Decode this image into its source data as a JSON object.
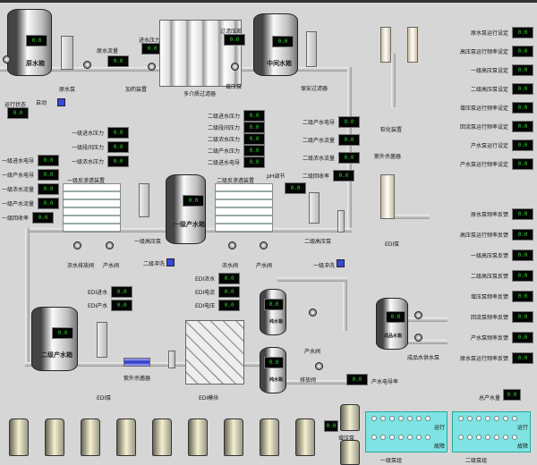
{
  "tanks": {
    "raw": {
      "label": "原水箱",
      "value": "0.0"
    },
    "middle": {
      "label": "中间水箱",
      "value": "0.0"
    },
    "ro1_product": {
      "label": "一级产水箱",
      "value": "0.0"
    },
    "ro2_product": {
      "label": "二级产水箱",
      "value": "0.0"
    },
    "edi_a": {
      "label": "纯水箱",
      "value": "0.0"
    },
    "edi_b": {
      "label": "纯水箱",
      "value": "0.0"
    },
    "final": {
      "label": "成品水箱",
      "value": "0.0"
    }
  },
  "top": {
    "raw_pump": "原水泵",
    "flow_label": "原水流量",
    "flow_value": "0.0",
    "pressure_label": "进水压力",
    "pressure_value": "0.0",
    "filter_label": "多介质过滤器",
    "filter_value_label": "过滤压差",
    "filter_value": "0.0",
    "boost_pump": "增压泵",
    "dosing": "加药装置",
    "status_label": "运行状态",
    "status_value": "0.0",
    "mode_label": "自动",
    "softener_label": "软化装置",
    "ro_top_label": "保安过滤器"
  },
  "right_panel_1": [
    {
      "label": "原水泵运行设定",
      "value": "0.0"
    },
    {
      "label": "高压泵运行频率设定",
      "value": "0.0"
    },
    {
      "label": "一级高压泵设定",
      "value": "0.0"
    },
    {
      "label": "二级高压泵设定",
      "value": "0.0"
    },
    {
      "label": "增压泵运行频率设定",
      "value": "0.0"
    },
    {
      "label": "回流泵运行频率设定",
      "value": "0.0"
    },
    {
      "label": "产水泵运行设定",
      "value": "0.0"
    },
    {
      "label": "产水泵运行频率设定",
      "value": "0.0"
    }
  ],
  "right_panel_2": [
    {
      "label": "原水泵频率反馈",
      "value": "0.0"
    },
    {
      "label": "高压泵运行频率反馈",
      "value": "0.0"
    },
    {
      "label": "一级高压泵反馈",
      "value": "0.0"
    },
    {
      "label": "二级高压泵反馈",
      "value": "0.0"
    },
    {
      "label": "增压泵频率反馈",
      "value": "0.0"
    },
    {
      "label": "回流泵频率反馈",
      "value": "0.0"
    },
    {
      "label": "产水泵频率反馈",
      "value": "0.0"
    },
    {
      "label": "原水泵运行频率反馈",
      "value": "0.0"
    }
  ],
  "left_column": [
    {
      "label": "一级进水电导",
      "value": "0.0"
    },
    {
      "label": "一级产水电导",
      "value": "0.0"
    },
    {
      "label": "一级浓水流量",
      "value": "0.0"
    },
    {
      "label": "一级产水流量",
      "value": "0.0"
    },
    {
      "label": "一级回收率",
      "value": "0.0"
    }
  ],
  "ro1_column": [
    {
      "label": "一级进水压力",
      "value": "0.0"
    },
    {
      "label": "一级段间压力",
      "value": "0.0"
    },
    {
      "label": "一级浓水压力",
      "value": "0.0"
    }
  ],
  "ro1": {
    "title": "一级反渗透装置",
    "pump": "一级高压泵",
    "conc": "浓水排放阀",
    "prod": "产水阀",
    "btn_label": "二级冲洗"
  },
  "mid_column": [
    {
      "label": "二级进水压力",
      "value": "0.0"
    },
    {
      "label": "二级段间压力",
      "value": "0.0"
    },
    {
      "label": "二级浓水压力",
      "value": "0.0"
    },
    {
      "label": "二级产水压力",
      "value": "0.0"
    },
    {
      "label": "二级进水电导",
      "value": "0.0"
    }
  ],
  "mid_column_2": [
    {
      "label": "二级产水电导",
      "value": "0.0"
    },
    {
      "label": "二级产水流量",
      "value": "0.0"
    },
    {
      "label": "二级浓水流量",
      "value": "0.0"
    },
    {
      "label": "二级回收率",
      "value": "0.0"
    }
  ],
  "ro2": {
    "title": "二级反渗透装置",
    "pump": "二级高压泵",
    "tag": "pH调节",
    "tag_value": "0.0",
    "btn_label": "一级冲洗",
    "conc": "浓水阀",
    "prod": "产水阀"
  },
  "edi": {
    "column": [
      {
        "label": "EDI进水",
        "value": "0.0"
      },
      {
        "label": "EDI产水",
        "value": "0.0"
      },
      {
        "label": "EDI浓水",
        "value": "0.0"
      },
      {
        "label": "EDI电流",
        "value": "0.0"
      },
      {
        "label": "EDI电压",
        "value": "0.0"
      }
    ],
    "uv": "紫外杀菌器",
    "pump": "EDI泵",
    "module": "EDI模块",
    "valve1": "产水阀",
    "valve2": "排放阀",
    "water_label": "成品水供水泵",
    "conductivity_label": "产水电导率",
    "conductivity_value": "0.0",
    "total_label": "总产水量",
    "total_value": "0.0"
  },
  "bottom_panels": [
    {
      "row1": "运行",
      "row2": "故障",
      "caption": "一级泵组"
    },
    {
      "row1": "运行",
      "row2": "故障",
      "caption": "二级泵组"
    }
  ],
  "bottom_left_value": "0.0",
  "bottom_left_label": "增压泵"
}
